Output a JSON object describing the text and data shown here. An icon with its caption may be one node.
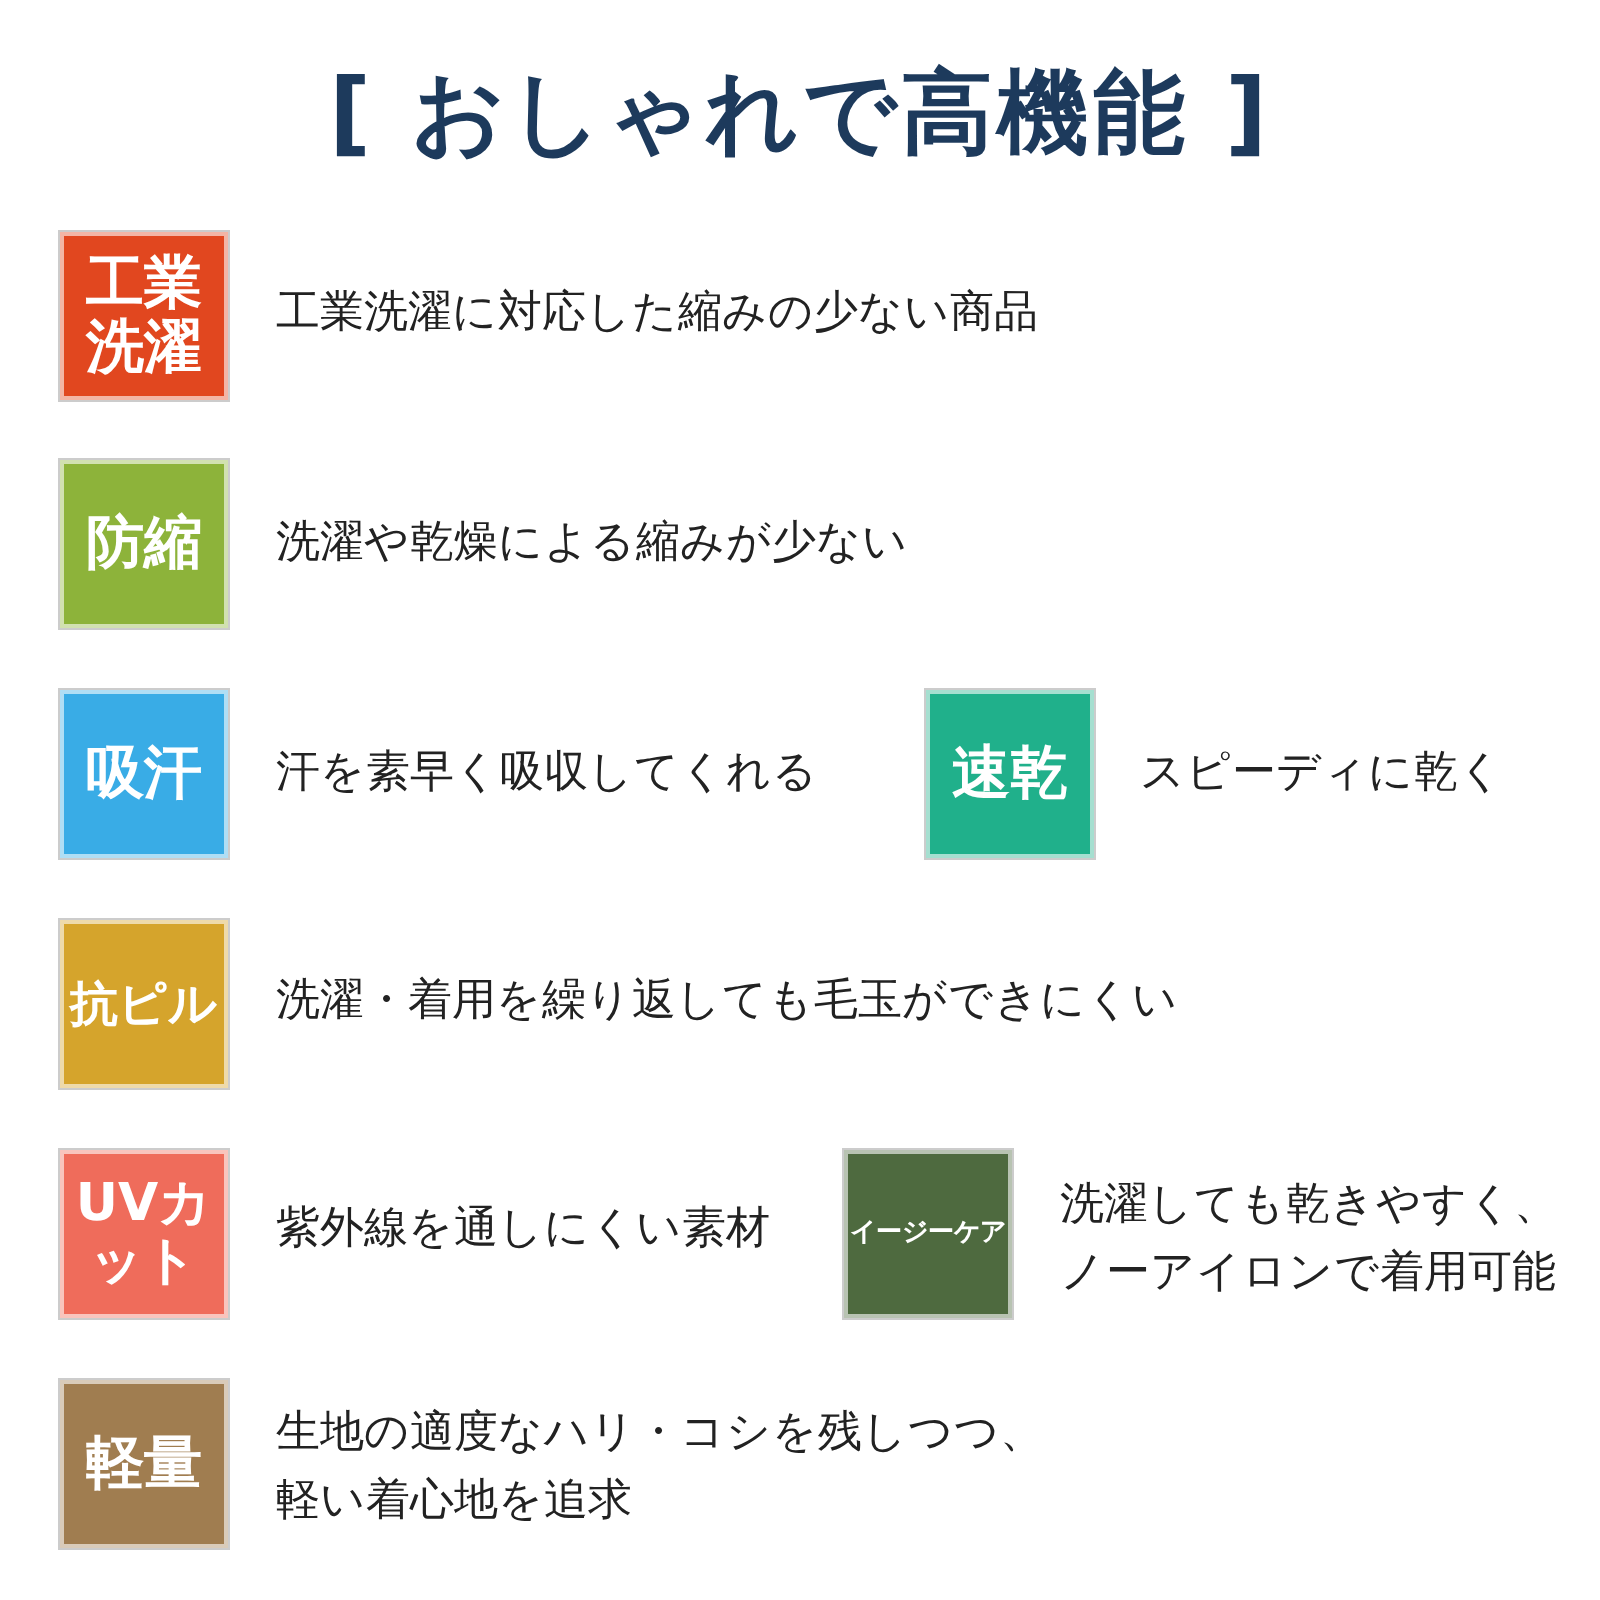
{
  "diagram": {
    "title": "[ おしゃれで高機能 ]",
    "nodes": [
      {
        "text": [
          "工業洗濯"
        ],
        "beside": [
          "工業洗濯に対応した縮みの少ない商品"
        ]
      },
      {
        "text": [
          "防縮"
        ],
        "beside": [
          "洗濯や乾燥による縮みが少ない"
        ]
      },
      {
        "text": [
          "吸汗"
        ],
        "beside": [
          "汗を素早く吸収してくれる"
        ]
      },
      {
        "text": [
          "速乾"
        ],
        "beside": [
          "スピーディに乾く"
        ]
      },
      {
        "text": [
          "抗ピル"
        ],
        "beside": [
          "洗濯・着用を繰り返しても毛玉ができにくい"
        ]
      },
      {
        "text": [
          "UVカット"
        ],
        "beside": [
          "紫外線を通しにくい素材"
        ]
      },
      {
        "text": [
          "イージーケア"
        ],
        "beside": [
          "洗濯しても乾きやすく、ノーアイロンで着用可能"
        ]
      },
      {
        "text": [
          "軽量"
        ],
        "beside": [
          "生地の適度なハリ・コシを残しつつ、軽い着心地を追求"
        ]
      }
    ]
  }
}
